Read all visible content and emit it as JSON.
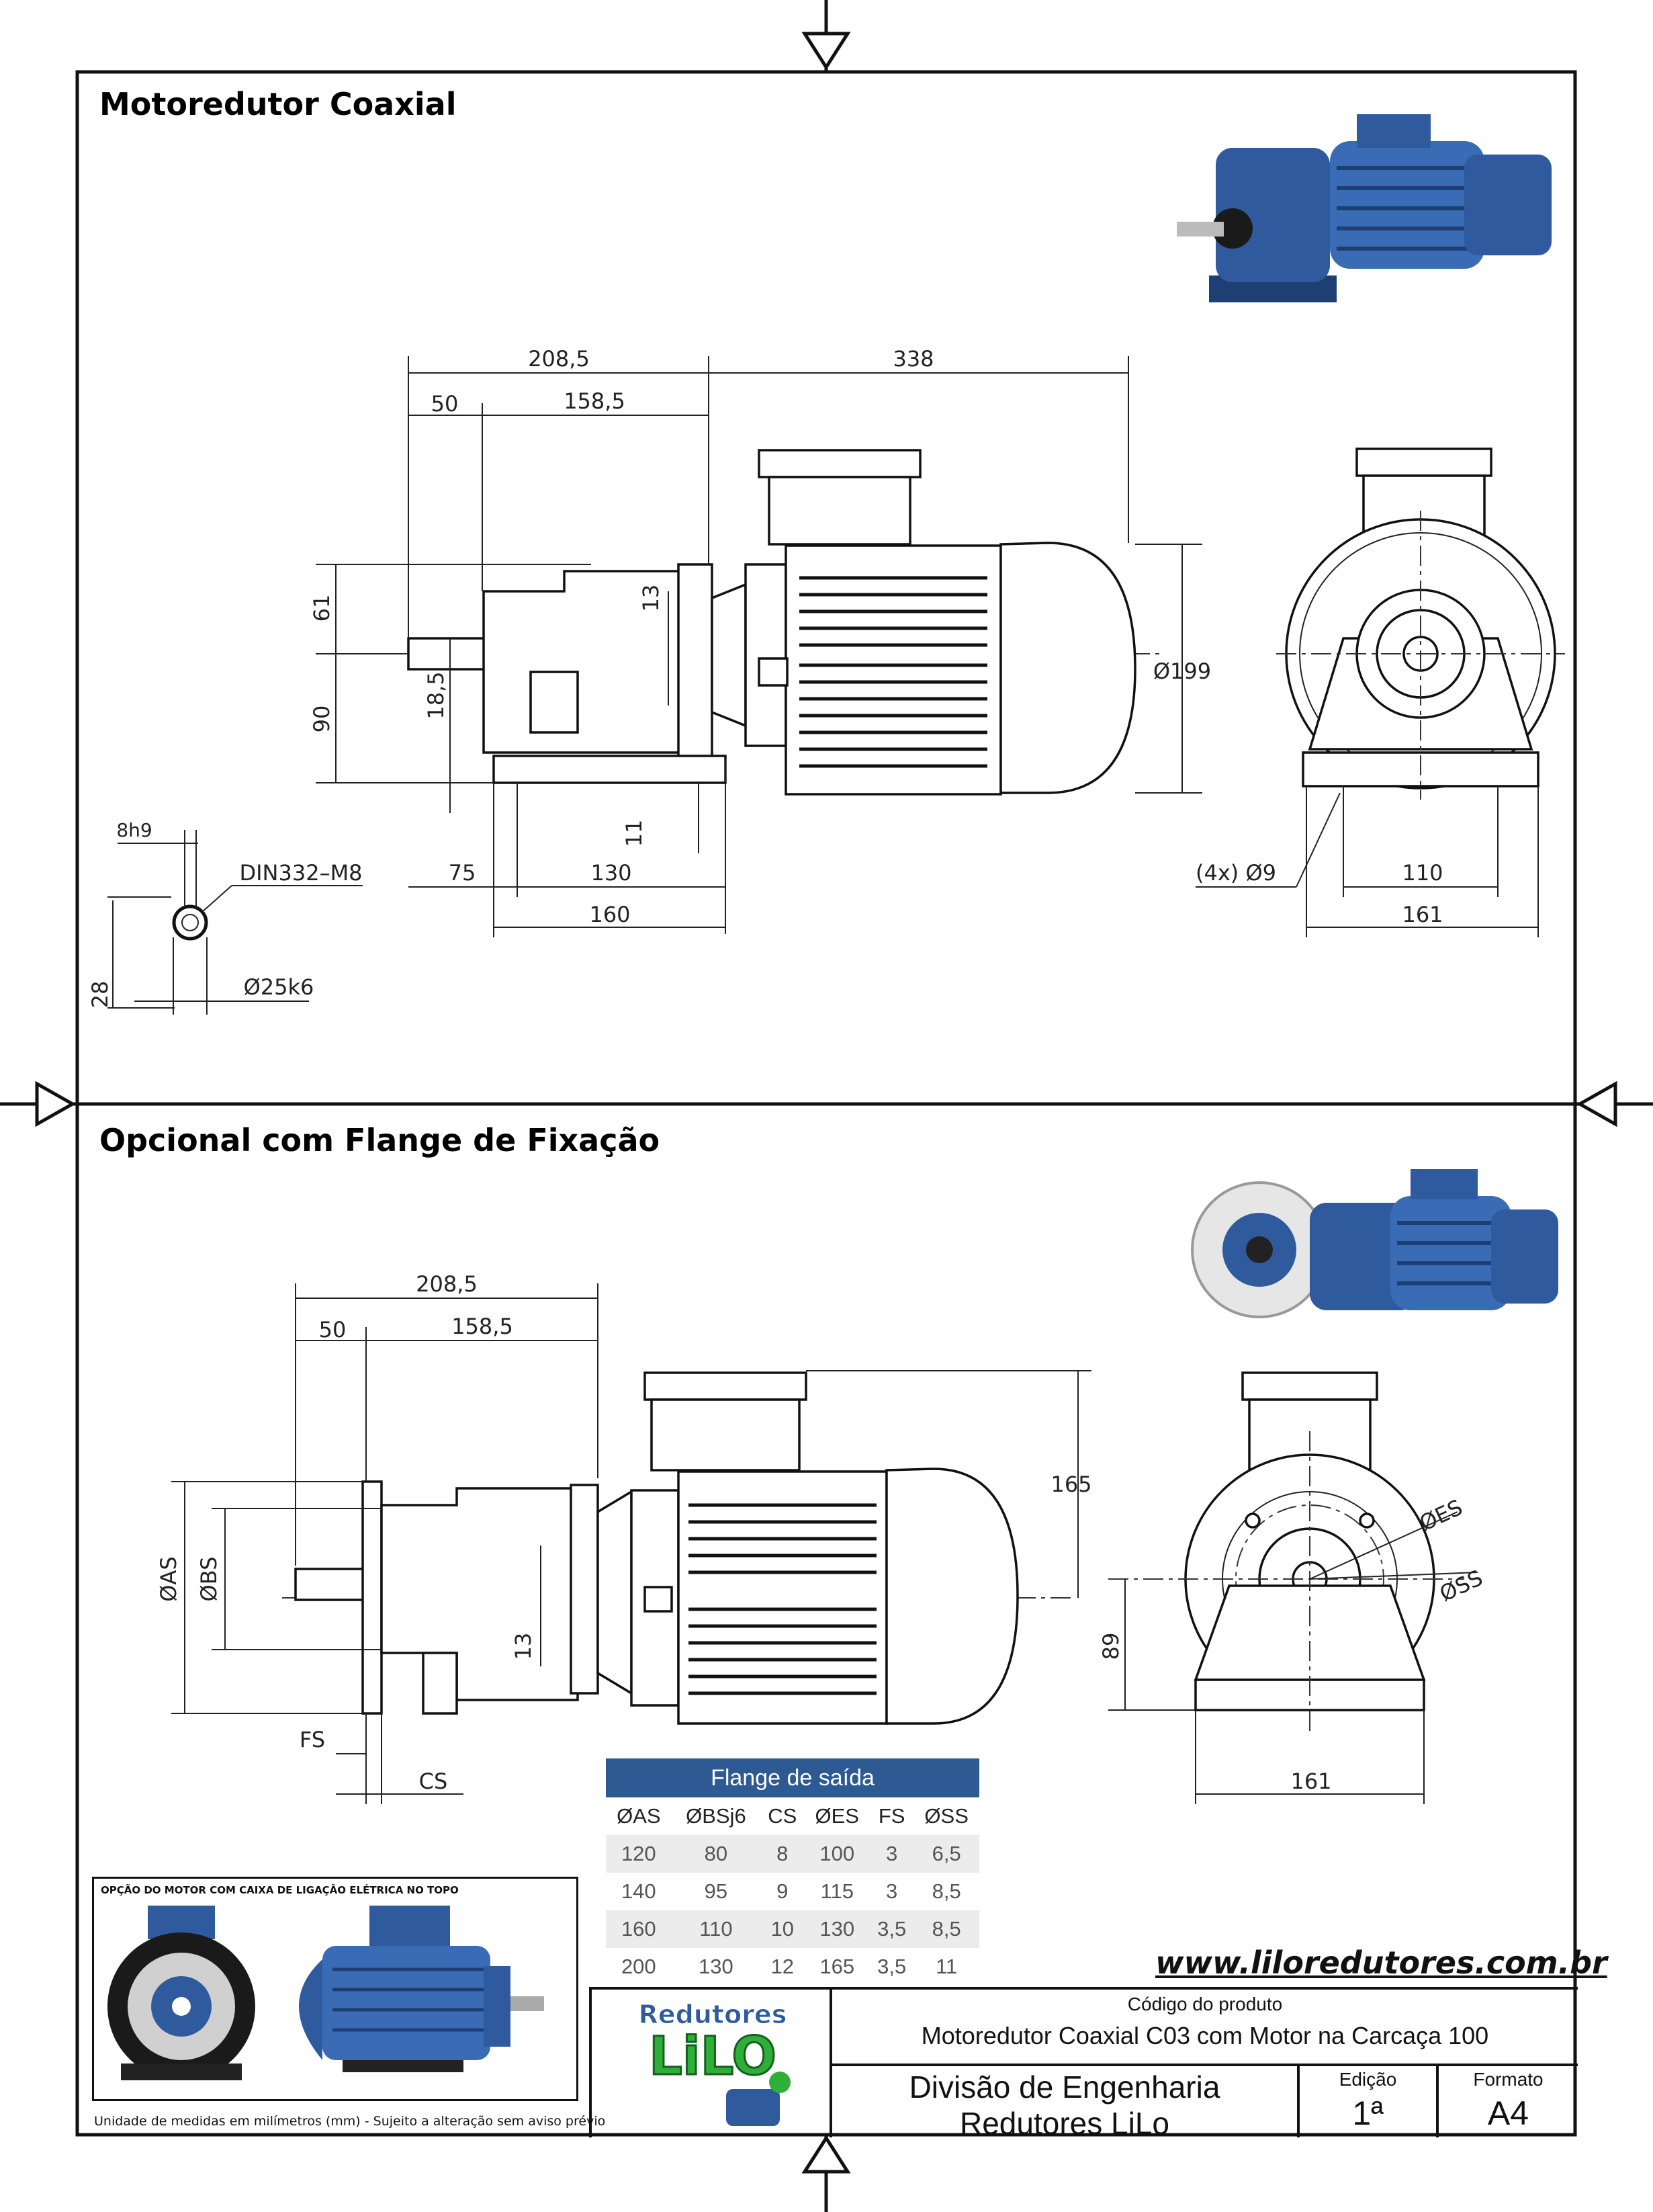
{
  "sections": {
    "top_title": "Motoredutor Coaxial",
    "bottom_title": "Opcional com Flange de Fixação"
  },
  "top_dims": {
    "d208": "208,5",
    "d338": "338",
    "d50": "50",
    "d158": "158,5",
    "d61": "61",
    "d13": "13",
    "d90": "90",
    "d18": "18,5",
    "d11": "11",
    "d75": "75",
    "d130": "130",
    "d160": "160",
    "d199": "Ø199",
    "holes": "(4x)  Ø9",
    "d110": "110",
    "d161": "161",
    "key": "8h9",
    "din": "DIN332–M8",
    "d28": "28",
    "shaft": "Ø25k6"
  },
  "bottom_dims": {
    "d208": "208,5",
    "d50": "50",
    "d158": "158,5",
    "d165": "165",
    "das": "ØAS",
    "dbs": "ØBS",
    "d13": "13",
    "fs": "FS",
    "cs": "CS",
    "d89": "89",
    "des": "ØES",
    "dss": "ØSS",
    "d161": "161"
  },
  "flange_table": {
    "title": "Flange de saída",
    "columns": [
      "ØAS",
      "ØBSj6",
      "CS",
      "ØES",
      "FS",
      "ØSS"
    ],
    "rows": [
      [
        "120",
        "80",
        "8",
        "100",
        "3",
        "6,5"
      ],
      [
        "140",
        "95",
        "9",
        "115",
        "3",
        "8,5"
      ],
      [
        "160",
        "110",
        "10",
        "130",
        "3,5",
        "8,5"
      ],
      [
        "200",
        "130",
        "12",
        "165",
        "3,5",
        "11"
      ]
    ]
  },
  "motor_option": {
    "caption": "OPÇÃO DO MOTOR COM CAIXA DE LIGAÇÃO ELÉTRICA NO TOPO"
  },
  "footnote": "Unidade de medidas em milímetros (mm) - Sujeito a alteração sem aviso prévio",
  "website": "www.liloredutores.com.br",
  "title_block": {
    "logo_top": "Redutores",
    "logo_main": "LiLO",
    "code_label": "Código do produto",
    "product": "Motoredutor Coaxial C03 com Motor na Carcaça 100",
    "division_line1": "Divisão de Engenharia",
    "division_line2": "Redutores LiLo",
    "edition_label": "Edição",
    "edition_value": "1ª",
    "format_label": "Formato",
    "format_value": "A4"
  },
  "colors": {
    "motor_blue": "#2f5b9e",
    "table_header": "#2d5a92"
  }
}
